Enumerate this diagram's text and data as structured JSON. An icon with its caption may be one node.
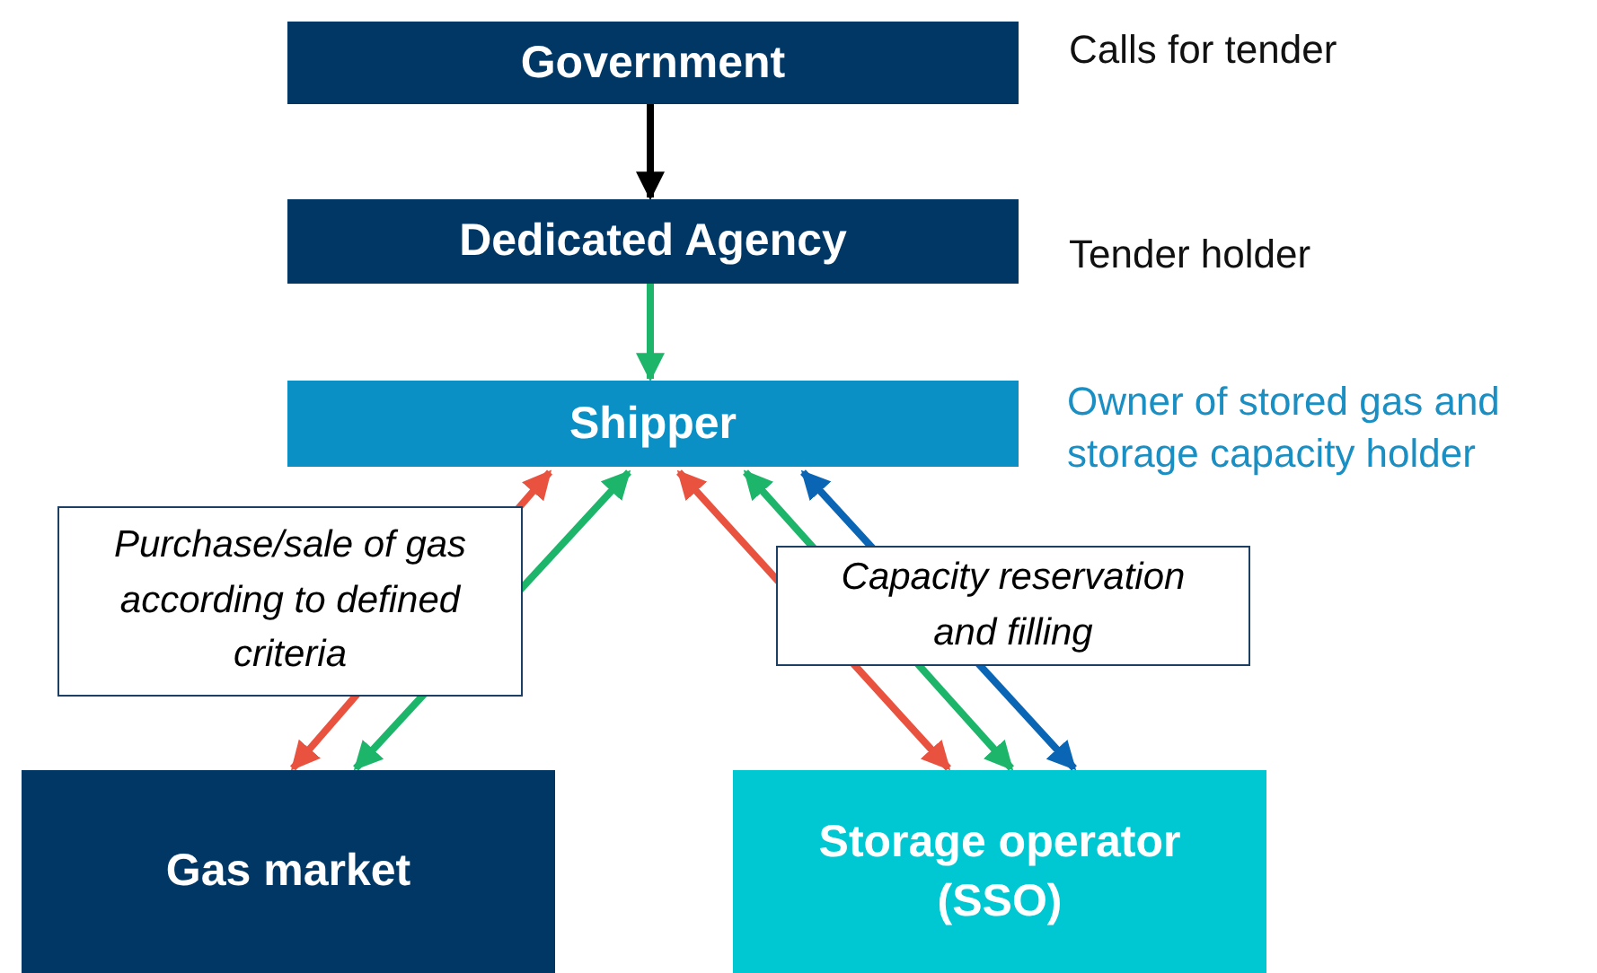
{
  "diagram": {
    "nodes": [
      {
        "text": [
          "Government"
        ],
        "beside": [
          "Calls for tender"
        ]
      },
      {
        "text": [
          "Dedicated Agency"
        ],
        "beside": [
          "Tender holder"
        ]
      },
      {
        "text": [
          "Shipper"
        ],
        "beside": [
          "Owner of stored gas and storage capacity holder"
        ]
      },
      {
        "text": [
          "Gas market"
        ]
      },
      {
        "text": [
          "Storage operator (SSO)"
        ]
      }
    ],
    "edges": [
      {
        "from": 0,
        "to": 1,
        "arrow": "to",
        "color": "#000000"
      },
      {
        "from": 1,
        "to": 2,
        "arrow": "to",
        "color": "#1db56a"
      },
      {
        "from": 2,
        "to": 3,
        "arrow": "both",
        "color": "#e8523f",
        "label": "Purchase/sale of gas according to defined criteria"
      },
      {
        "from": 2,
        "to": 3,
        "arrow": "both",
        "color": "#1db56a"
      },
      {
        "from": 2,
        "to": 4,
        "arrow": "both",
        "color": "#e8523f",
        "label": "Capacity reservation and filling"
      },
      {
        "from": 2,
        "to": 4,
        "arrow": "both",
        "color": "#1db56a"
      },
      {
        "from": 2,
        "to": 4,
        "arrow": "both",
        "color": "#0a66b5"
      }
    ]
  }
}
